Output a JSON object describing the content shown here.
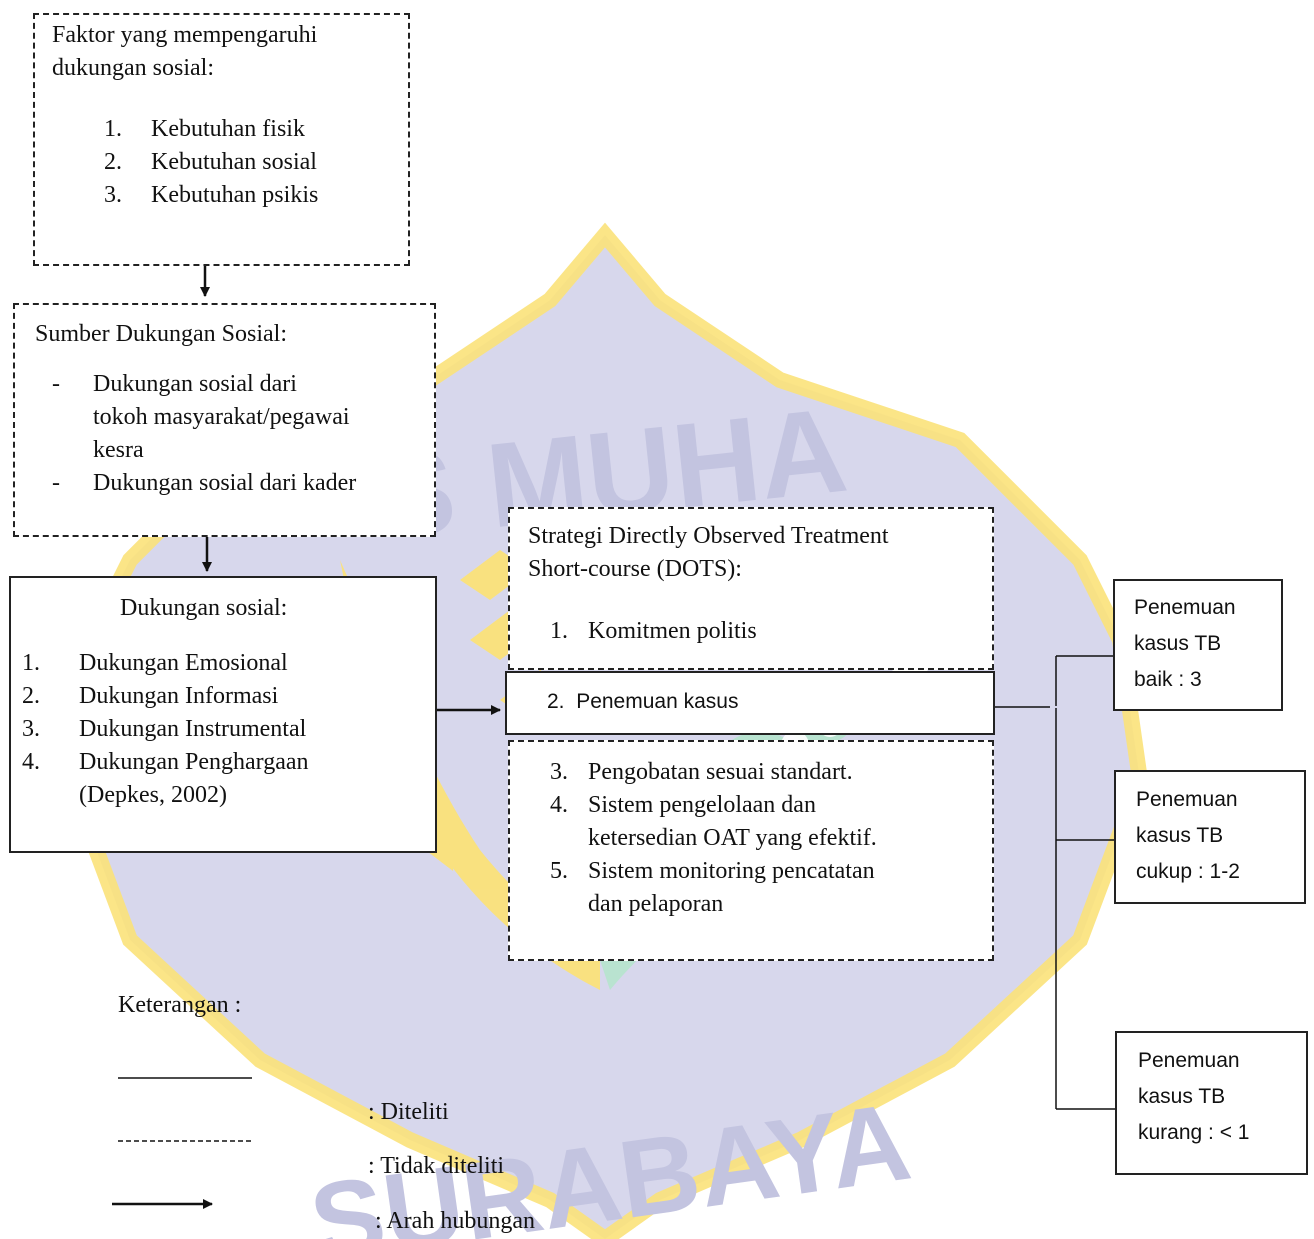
{
  "watermark": {
    "top_text": "S MUHA",
    "bottom_text": "SURABAYA",
    "colors": {
      "purple": "#c6c7e2",
      "yellow": "#fbe27a",
      "green": "#b7e4cf"
    }
  },
  "factor_box": {
    "title": [
      "Faktor yang mempengaruhi",
      "dukungan sosial:"
    ],
    "items": [
      {
        "num": "1.",
        "text": "Kebutuhan fisik"
      },
      {
        "num": "2.",
        "text": "Kebutuhan sosial"
      },
      {
        "num": "3.",
        "text": "Kebutuhan psikis"
      }
    ]
  },
  "source_box": {
    "title": "Sumber Dukungan Sosial:",
    "items": [
      {
        "bullet": "-",
        "lines": [
          "Dukungan sosial dari",
          "tokoh masyarakat/pegawai",
          "kesra"
        ]
      },
      {
        "bullet": "-",
        "lines": [
          "Dukungan sosial dari kader"
        ]
      }
    ]
  },
  "support_box": {
    "title": "Dukungan sosial:",
    "items": [
      {
        "num": "1.",
        "text": "Dukungan Emosional"
      },
      {
        "num": "2.",
        "text": "Dukungan Informasi"
      },
      {
        "num": "3.",
        "text": "Dukungan Instrumental"
      },
      {
        "num": "4.",
        "text": "Dukungan Penghargaan"
      }
    ],
    "citation": "(Depkes, 2002)"
  },
  "dots_box": {
    "title": [
      "Strategi Directly Observed Treatment",
      "Short-course (DOTS):"
    ],
    "item1": {
      "num": "1.",
      "text": "Komitmen politis"
    },
    "item2": {
      "num": "2.",
      "text": "Penemuan kasus"
    },
    "items_rest": [
      {
        "num": "3.",
        "lines": [
          "Pengobatan sesuai standart."
        ]
      },
      {
        "num": "4.",
        "lines": [
          "Sistem pengelolaan dan",
          "ketersedian OAT yang efektif."
        ]
      },
      {
        "num": "5.",
        "lines": [
          "Sistem monitoring pencatatan",
          "dan pelaporan"
        ]
      }
    ]
  },
  "outcomes": [
    {
      "lines": [
        "Penemuan",
        "kasus  TB",
        "baik : 3"
      ]
    },
    {
      "lines": [
        "Penemuan",
        "kasus  TB",
        "cukup :  1-2"
      ]
    },
    {
      "lines": [
        "Penemuan",
        "kasus  TB",
        "kurang :  < 1"
      ]
    }
  ],
  "legend": {
    "title": "Keterangan :",
    "items": [
      {
        "style": "solid",
        "label": ": Diteliti"
      },
      {
        "style": "dashed",
        "label": ": Tidak diteliti"
      },
      {
        "style": "arrow",
        "label": ": Arah hubungan"
      }
    ]
  }
}
